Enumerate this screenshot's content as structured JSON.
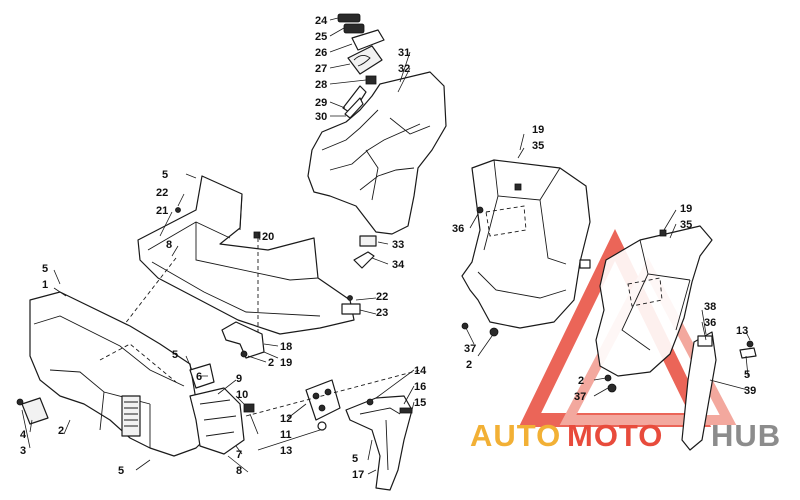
{
  "diagram": {
    "callouts": {
      "c24": "24",
      "c25": "25",
      "c26": "26",
      "c27": "27",
      "c28": "28",
      "c29": "29",
      "c30": "30",
      "c31": "31",
      "c32": "32",
      "c19a": "19",
      "c35a": "35",
      "c36a": "36",
      "c37a": "37",
      "c2a": "2",
      "c19b": "19",
      "c35b": "35",
      "c38": "38",
      "c36b": "36",
      "c13a": "13",
      "c5a": "5",
      "c39": "39",
      "c2b": "2",
      "c37b": "37",
      "c5b": "5",
      "c22a": "22",
      "c21": "21",
      "c8a": "8",
      "c20": "20",
      "c33": "33",
      "c34": "34",
      "c22b": "22",
      "c23": "23",
      "c18": "18",
      "c2c": "2",
      "c19c": "19",
      "c5c": "5",
      "c1": "1",
      "c5d": "5",
      "c6": "6",
      "c9": "9",
      "c10": "10",
      "c4": "4",
      "c3": "3",
      "c2d": "2",
      "c7": "7",
      "c8b": "8",
      "c5e": "5",
      "c11": "11",
      "c13b": "13",
      "c12": "12",
      "c14": "14",
      "c16": "16",
      "c15": "15",
      "c5f": "5",
      "c17": "17"
    }
  },
  "watermark": {
    "auto": "AUTO",
    "moto": "MOTO",
    "hub": "HUB",
    "colors": {
      "orange": "#f2b035",
      "red": "#e84b3c",
      "gray": "#8c8c8c"
    }
  }
}
